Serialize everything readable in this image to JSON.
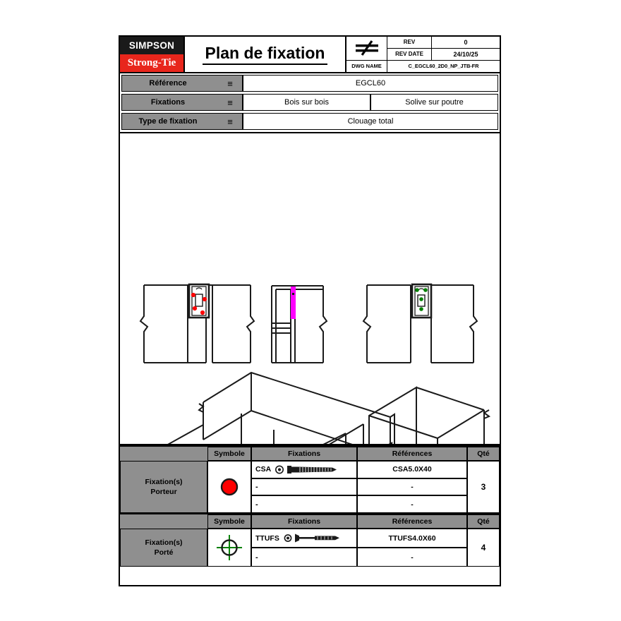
{
  "titleblock": {
    "logo_top": "SIMPSON",
    "logo_bottom": "Strong-Tie",
    "title": "Plan de fixation",
    "neq_icon": "not-equal-symbol",
    "rev_label": "REV",
    "rev_value": "0",
    "rev_date_label": "REV DATE",
    "rev_date_value": "24/10/25",
    "dwg_name_label": "DWG NAME",
    "dwg_name_value": "C_EGCL60_2D0_NP_JTB-FR"
  },
  "info": {
    "eq_symbol": "≡",
    "rows": [
      {
        "label": "Référence",
        "values": [
          "EGCL60"
        ]
      },
      {
        "label": "Fixations",
        "values": [
          "Bois sur bois",
          "Solive sur poutre"
        ]
      },
      {
        "label": "Type de fixation",
        "values": [
          "Clouage total"
        ]
      }
    ]
  },
  "drawing": {
    "views_2d": [
      {
        "name": "front-elevation-view",
        "marker_color": "#ff0000"
      },
      {
        "name": "side-section-view",
        "marker_color": "#ff00ff"
      },
      {
        "name": "rear-elevation-view",
        "marker_color": "#008000"
      }
    ],
    "views_3d": [
      {
        "name": "isometric-view-carrier",
        "marker_color": "#ff0000"
      },
      {
        "name": "isometric-view-supported",
        "marker_color": "#008000"
      }
    ]
  },
  "tables": [
    {
      "side_label": "Fixation(s)\nPorteur",
      "side_label_line1": "Fixation(s)",
      "side_label_line2": "Porteur",
      "symbol": "red-filled-circle",
      "symbol_color": "#ff0000",
      "headers": {
        "symbole": "Symbole",
        "fixations": "Fixations",
        "references": "Références",
        "qte": "Qté"
      },
      "rows": [
        {
          "fixation": "CSA",
          "icon": "screw-icon",
          "reference": "CSA5.0X40"
        },
        {
          "fixation": "-",
          "icon": "",
          "reference": "-"
        },
        {
          "fixation": "-",
          "icon": "",
          "reference": "-"
        }
      ],
      "qty": "3"
    },
    {
      "side_label_line1": "Fixation(s)",
      "side_label_line2": "Porté",
      "symbol": "green-crosshair-circle",
      "symbol_color": "#008000",
      "headers": {
        "symbole": "Symbole",
        "fixations": "Fixations",
        "references": "Références",
        "qte": "Qté"
      },
      "rows": [
        {
          "fixation": "TTUFS",
          "icon": "nail-icon",
          "reference": "TTUFS4.0X60"
        },
        {
          "fixation": "-",
          "icon": "",
          "reference": "-"
        }
      ],
      "qty": "4"
    }
  ],
  "colors": {
    "brand_red": "#e8261c",
    "header_gray": "#8f8f8f",
    "marker_red": "#ff0000",
    "marker_green": "#008000",
    "marker_magenta": "#ff00ff"
  }
}
